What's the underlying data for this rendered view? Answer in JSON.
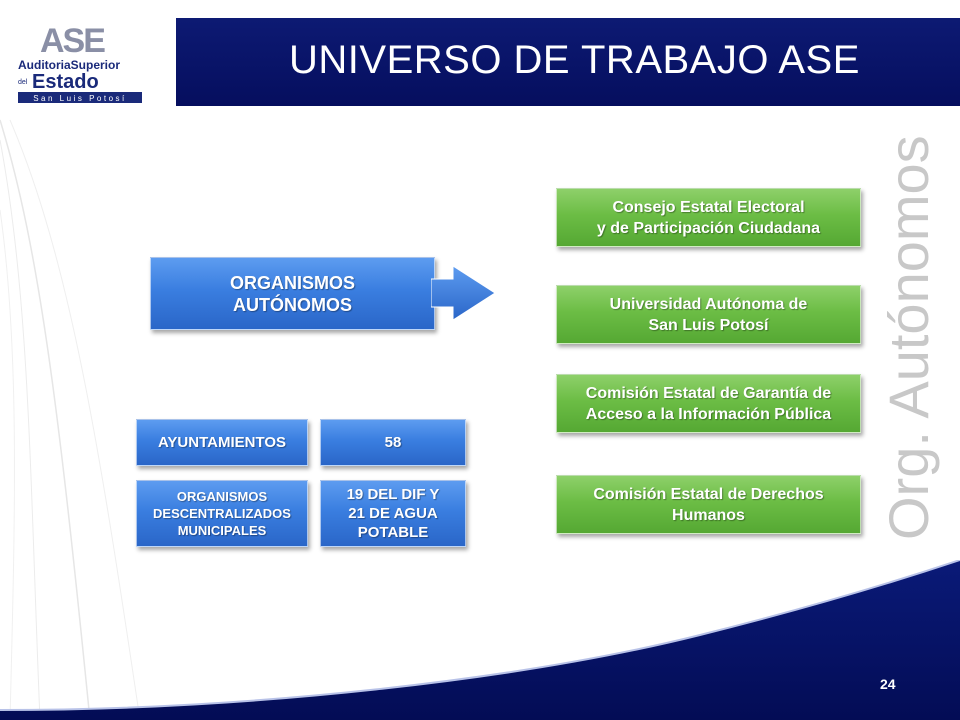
{
  "header": {
    "title": "UNIVERSO DE TRABAJO ASE",
    "logo": {
      "mark": "ASE",
      "line1": "AuditoriaSuperior",
      "line2_small": "del",
      "line2": "Estado",
      "line3": "San Luis Potosí"
    }
  },
  "watermark": "Org. Autónomos",
  "organismos_autonomos": {
    "label": "ORGANISMOS\nAUTÓNOMOS",
    "items": [
      "Consejo Estatal Electoral\ny de Participación Ciudadana",
      "Universidad Autónoma de\nSan Luis Potosí",
      "Comisión Estatal de Garantía de\nAcceso a la Información Pública",
      "Comisión Estatal de Derechos\nHumanos"
    ]
  },
  "ayuntamientos": {
    "label": "AYUNTAMIENTOS",
    "value": "58"
  },
  "organismos_descentralizados": {
    "label": "ORGANISMOS\nDESCENTRALIZADOS\nMUNICIPALES",
    "value": "19 DEL DIF   Y\n21  DE  AGUA\nPOTABLE"
  },
  "footer": {
    "page_number": "24"
  },
  "colors": {
    "header_navy": "#0a1668",
    "box_blue": "#3a7ee0",
    "box_green": "#6cbd45",
    "watermark_gray": "#c8c8c8"
  }
}
